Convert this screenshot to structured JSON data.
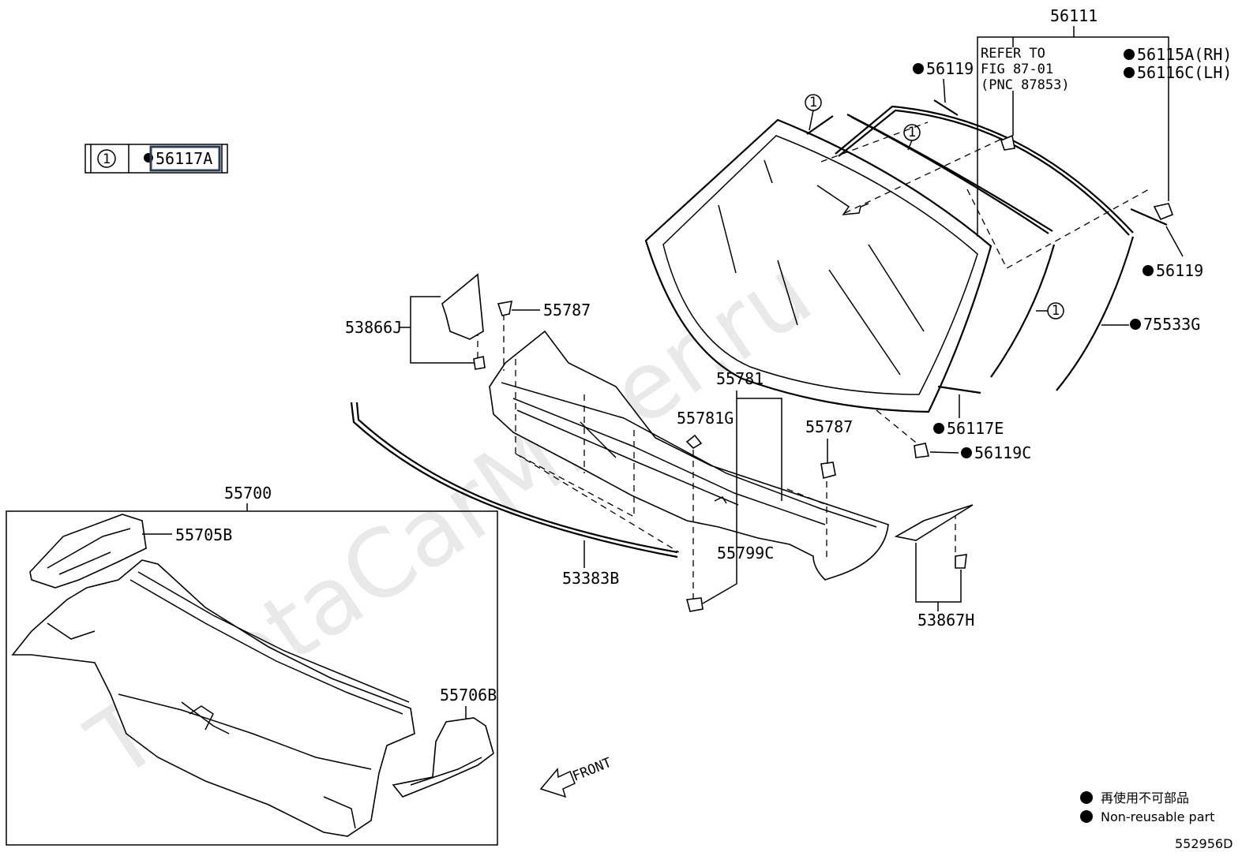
{
  "watermark": "ToyotaCarMiner.ru",
  "figure_id": "552956D",
  "ref_table": {
    "circle": "1",
    "part": "56117A"
  },
  "refer_note": {
    "line1": "REFER TO",
    "line2": "FIG 87-01",
    "line3": "(PNC 87853)"
  },
  "callout_symbol": "1",
  "front_label": "FRONT",
  "legend": {
    "jp": "再使用不可部品",
    "en": "Non-reusable part"
  },
  "labels": {
    "p56111": "56111",
    "p56119_top": "56119",
    "p56115A": "56115A(RH)",
    "p56116C": "56116C(LH)",
    "p56119_right": "56119",
    "p75533G": "75533G",
    "p56117E": "56117E",
    "p56119C": "56119C",
    "p53866J": "53866J",
    "p55787_left": "55787",
    "p55781": "55781",
    "p55781G": "55781G",
    "p55787_right": "55787",
    "p55700": "55700",
    "p55705B": "55705B",
    "p53383B": "53383B",
    "p55799C": "55799C",
    "p53867H": "53867H",
    "p55706B": "55706B"
  }
}
